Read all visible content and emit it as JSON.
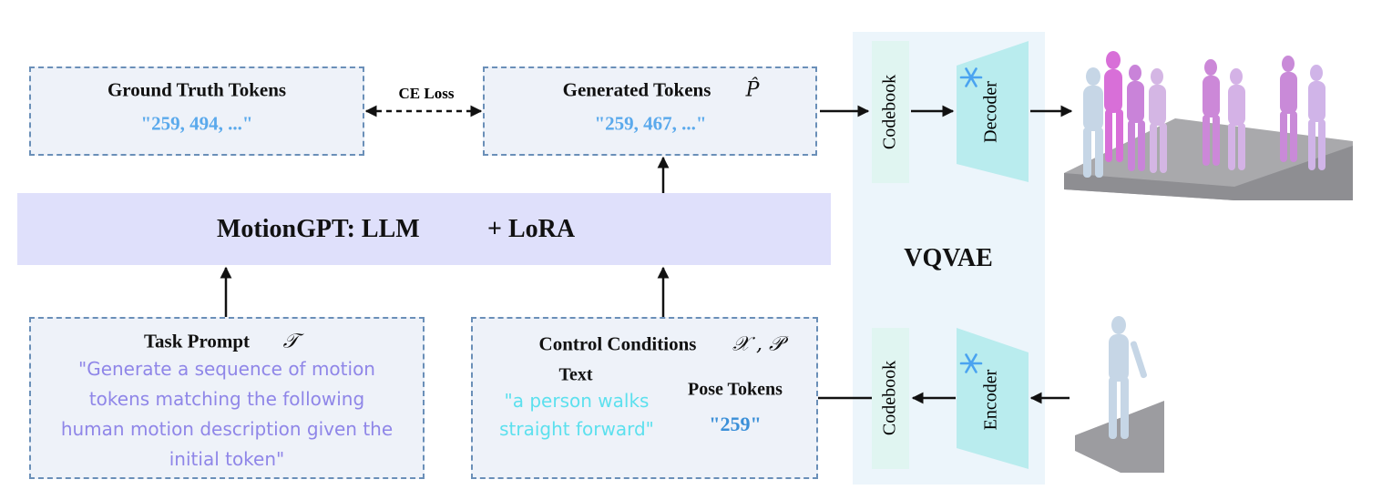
{
  "ground_truth": {
    "title": "Ground Truth Tokens",
    "tokens": "\"259, 494, ...\""
  },
  "ce_loss": "CE Loss",
  "generated": {
    "title": "Generated Tokens",
    "symbol": "P̂",
    "tokens": "\"259, 467, ...\""
  },
  "motiongpt": {
    "text_a": "MotionGPT: LLM",
    "text_b": "+ LoRA",
    "frozen_icon": "snowflake-icon",
    "trainable_icon": "fire-icon"
  },
  "task_prompt": {
    "title": "Task Prompt",
    "symbol": "𝒯",
    "lines": [
      "\"Generate a sequence of motion",
      "tokens matching the following",
      "human motion description given the",
      "initial token\""
    ]
  },
  "control": {
    "title": "Control Conditions",
    "symbol": "𝒳 , 𝒫",
    "text_label": "Text",
    "text_lines": [
      "\"a person walks",
      "straight forward\""
    ],
    "pose_label": "Pose Tokens",
    "pose_value": "\"259\""
  },
  "vqvae": {
    "label": "VQVAE",
    "codebook_top": "Codebook",
    "decoder": "Decoder",
    "codebook_bottom": "Codebook",
    "encoder": "Encoder"
  },
  "colors": {
    "border": "#6a8fb8",
    "box_fill": "#eef2f9",
    "token_blue": "#5aa9ec",
    "prompt_purple": "#8f86e8",
    "text_cyan": "#5ce0ee",
    "llm_bar": "#dfe0fb",
    "vqvae_panel": "#ecf5fb",
    "codebook": "#e0f5f1",
    "coder": "#b9ecee"
  }
}
